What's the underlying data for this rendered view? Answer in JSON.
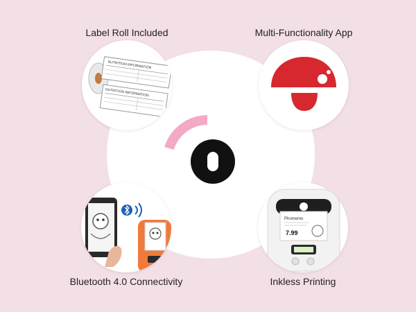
{
  "features": [
    {
      "label": "Label Roll Included",
      "icon": "label-roll-icon"
    },
    {
      "label": "Multi-Functionality App",
      "icon": "mushroom-app-icon"
    },
    {
      "label": "Bluetooth 4.0 Connectivity",
      "icon": "bluetooth-phone-icon"
    },
    {
      "label": "Inkless Printing",
      "icon": "thermal-printer-icon"
    }
  ],
  "colors": {
    "background": "#f3dfe6",
    "accent_pink": "#f4a9c7",
    "brand_black": "#111111",
    "mushroom_red": "#d7282f",
    "printer_orange": "#f07a3b"
  },
  "label_roll": {
    "heading": "NUTRITION INFORMATION"
  },
  "printer": {
    "brand": "Phomemo",
    "price": "7.99"
  }
}
